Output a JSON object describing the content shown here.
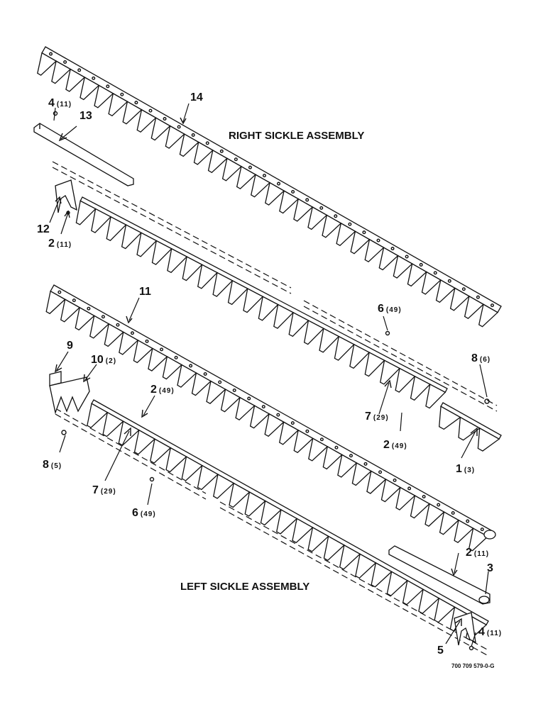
{
  "titles": {
    "right": "RIGHT SICKLE ASSEMBLY",
    "left": "LEFT SICKLE ASSEMBLY"
  },
  "drawing_number": "700 709 579-0-G",
  "callouts": [
    {
      "num": "14",
      "qty": ""
    },
    {
      "num": "4",
      "qty": "(11)"
    },
    {
      "num": "13",
      "qty": ""
    },
    {
      "num": "12",
      "qty": ""
    },
    {
      "num": "2",
      "qty": "(11)"
    },
    {
      "num": "11",
      "qty": ""
    },
    {
      "num": "6",
      "qty": "(49)"
    },
    {
      "num": "9",
      "qty": ""
    },
    {
      "num": "10",
      "qty": "(2)"
    },
    {
      "num": "8",
      "qty": "(6)"
    },
    {
      "num": "2",
      "qty": "(49)"
    },
    {
      "num": "7",
      "qty": "(29)"
    },
    {
      "num": "2",
      "qty": "(49)"
    },
    {
      "num": "8",
      "qty": "(5)"
    },
    {
      "num": "1",
      "qty": "(3)"
    },
    {
      "num": "7",
      "qty": "(29)"
    },
    {
      "num": "6",
      "qty": "(49)"
    },
    {
      "num": "2",
      "qty": "(11)"
    },
    {
      "num": "3",
      "qty": ""
    },
    {
      "num": "4",
      "qty": "(11)"
    },
    {
      "num": "5",
      "qty": ""
    }
  ]
}
